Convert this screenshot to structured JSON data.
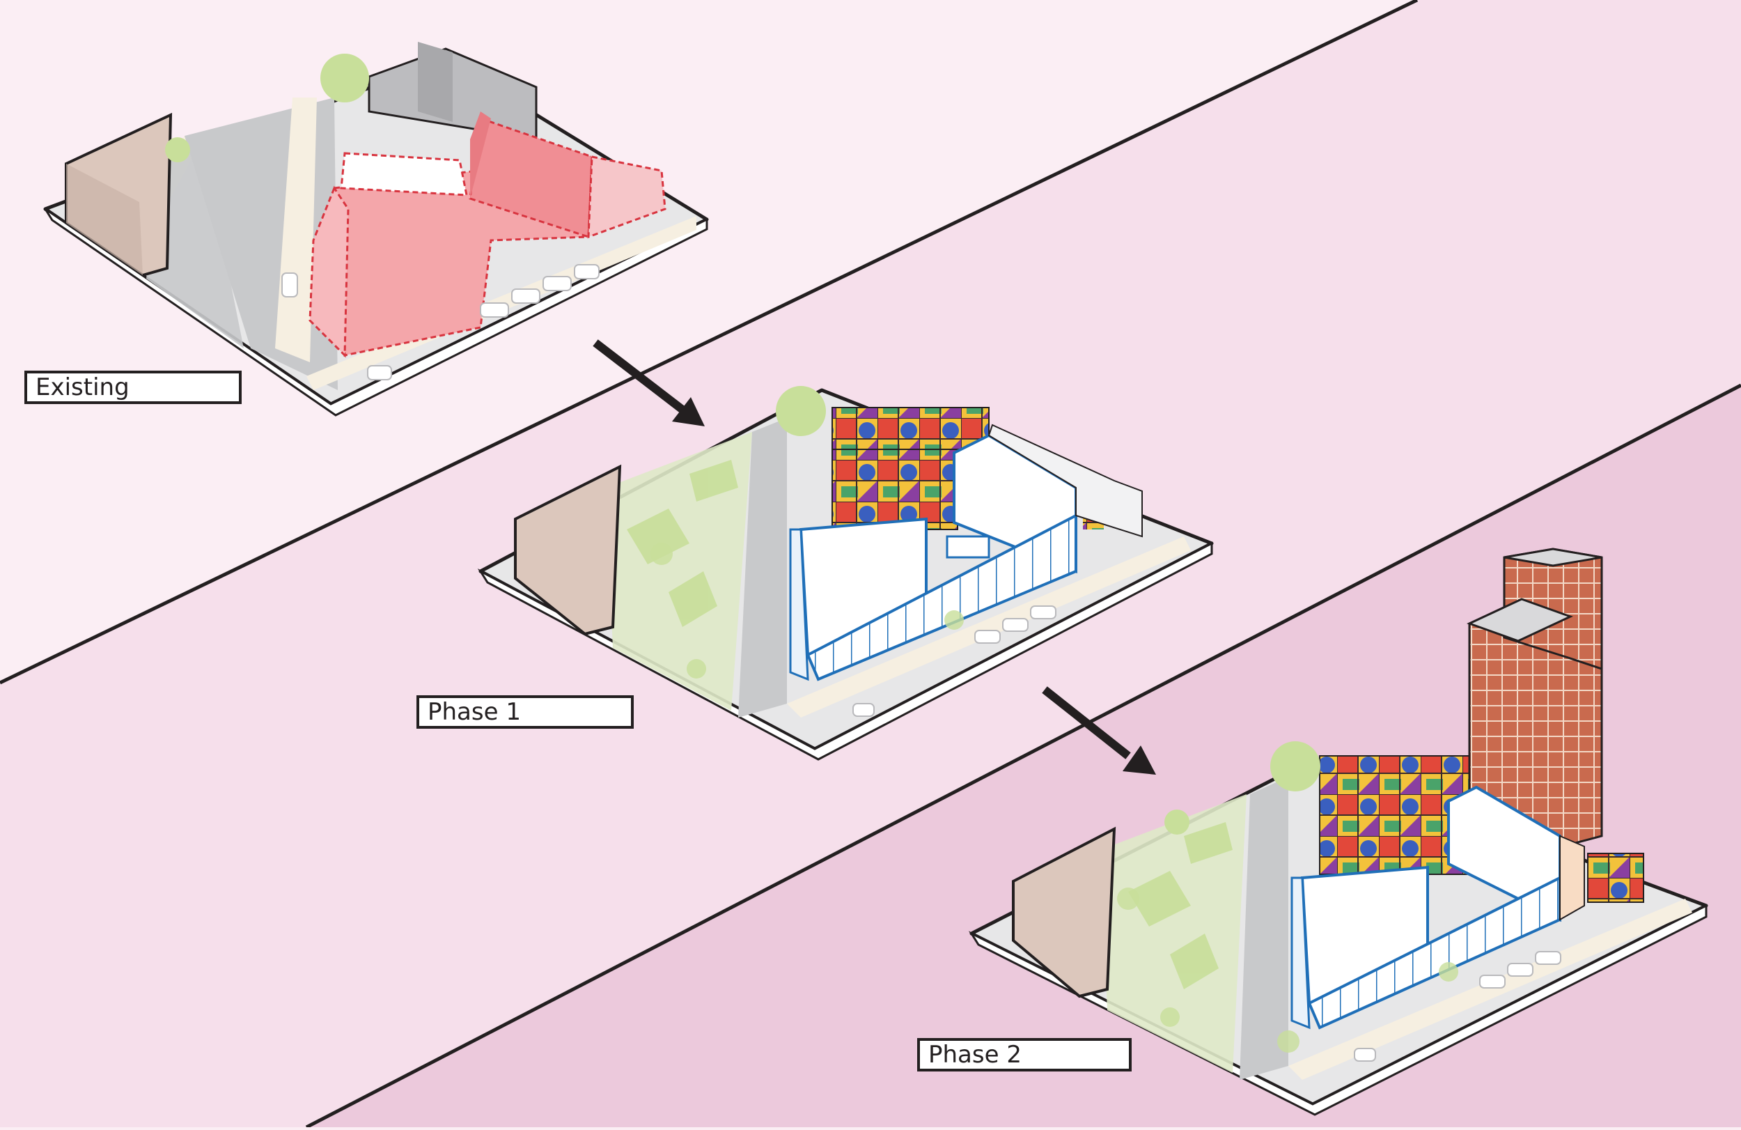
{
  "labels": {
    "existing": "Existing",
    "phase1": "Phase 1",
    "phase2": "Phase 2"
  },
  "colors": {
    "band_top": "#fbeef4",
    "band_middle": "#f6dfeb",
    "band_bottom": "#ecc9dc",
    "divider": "#231f20",
    "plaza": "#e7e7e8",
    "street": "#c8c9cb",
    "sidewalk": "#f6efe1",
    "existing_building": "#f4a6aa",
    "existing_outline": "#d8343f",
    "new_building_outline": "#1f6fb8",
    "tower": "#c2664a",
    "neighbor_building": "#dcc7bc",
    "tree": "#c8df9a",
    "arrow": "#231f20"
  },
  "icons": [
    "tree-icon",
    "car-icon",
    "arrow-icon"
  ]
}
